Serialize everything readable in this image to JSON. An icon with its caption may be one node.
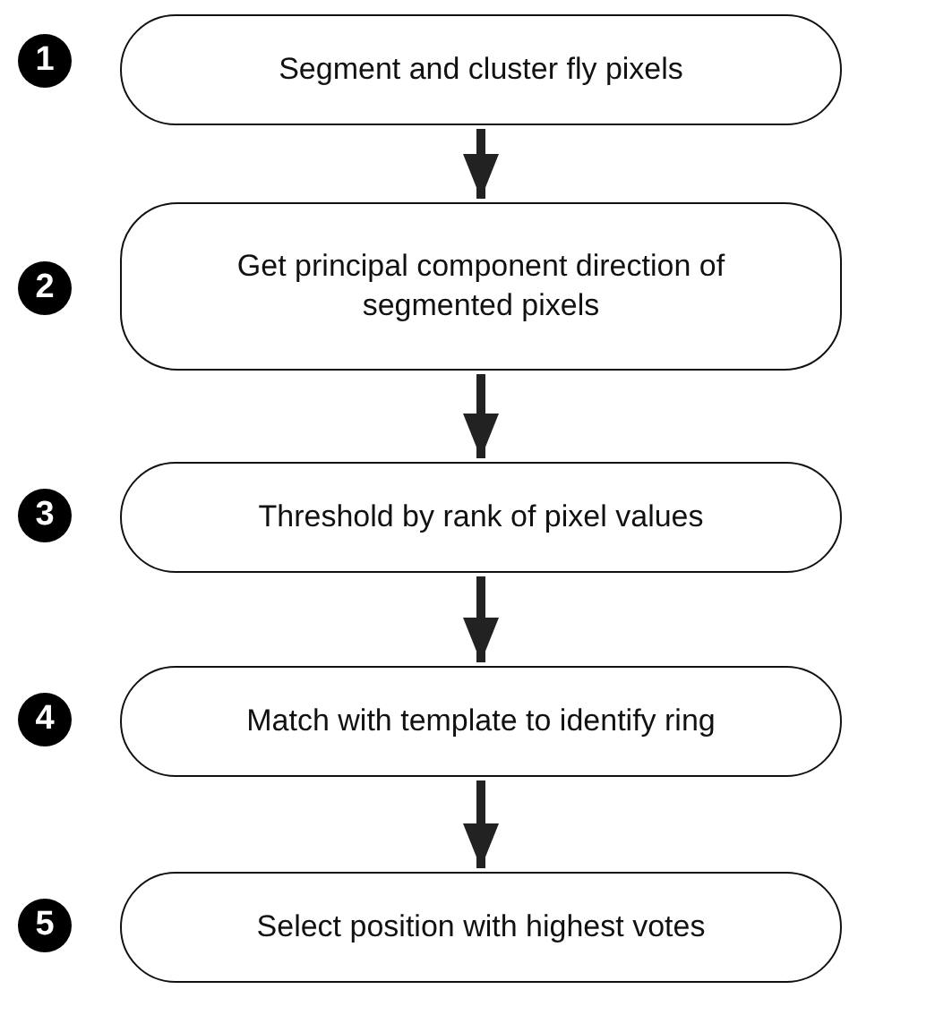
{
  "diagram": {
    "nodes": [
      {
        "text": [
          "1"
        ]
      },
      {
        "text": [
          "Segment and cluster fly pixels"
        ]
      },
      {
        "text": [
          "2"
        ]
      },
      {
        "text": [
          "Get principal component direction of segmented pixels"
        ]
      },
      {
        "text": [
          "3"
        ]
      },
      {
        "text": [
          "Threshold by rank of pixel values"
        ]
      },
      {
        "text": [
          "4"
        ]
      },
      {
        "text": [
          "Match with template to identify ring"
        ]
      },
      {
        "text": [
          "5"
        ]
      },
      {
        "text": [
          "Select position with highest votes"
        ]
      }
    ],
    "edges": [
      {
        "from": 1,
        "to": 3,
        "arrow": "to"
      },
      {
        "from": 3,
        "to": 5,
        "arrow": "to"
      },
      {
        "from": 5,
        "to": 7,
        "arrow": "to"
      },
      {
        "from": 7,
        "to": 9,
        "arrow": "to"
      }
    ]
  }
}
